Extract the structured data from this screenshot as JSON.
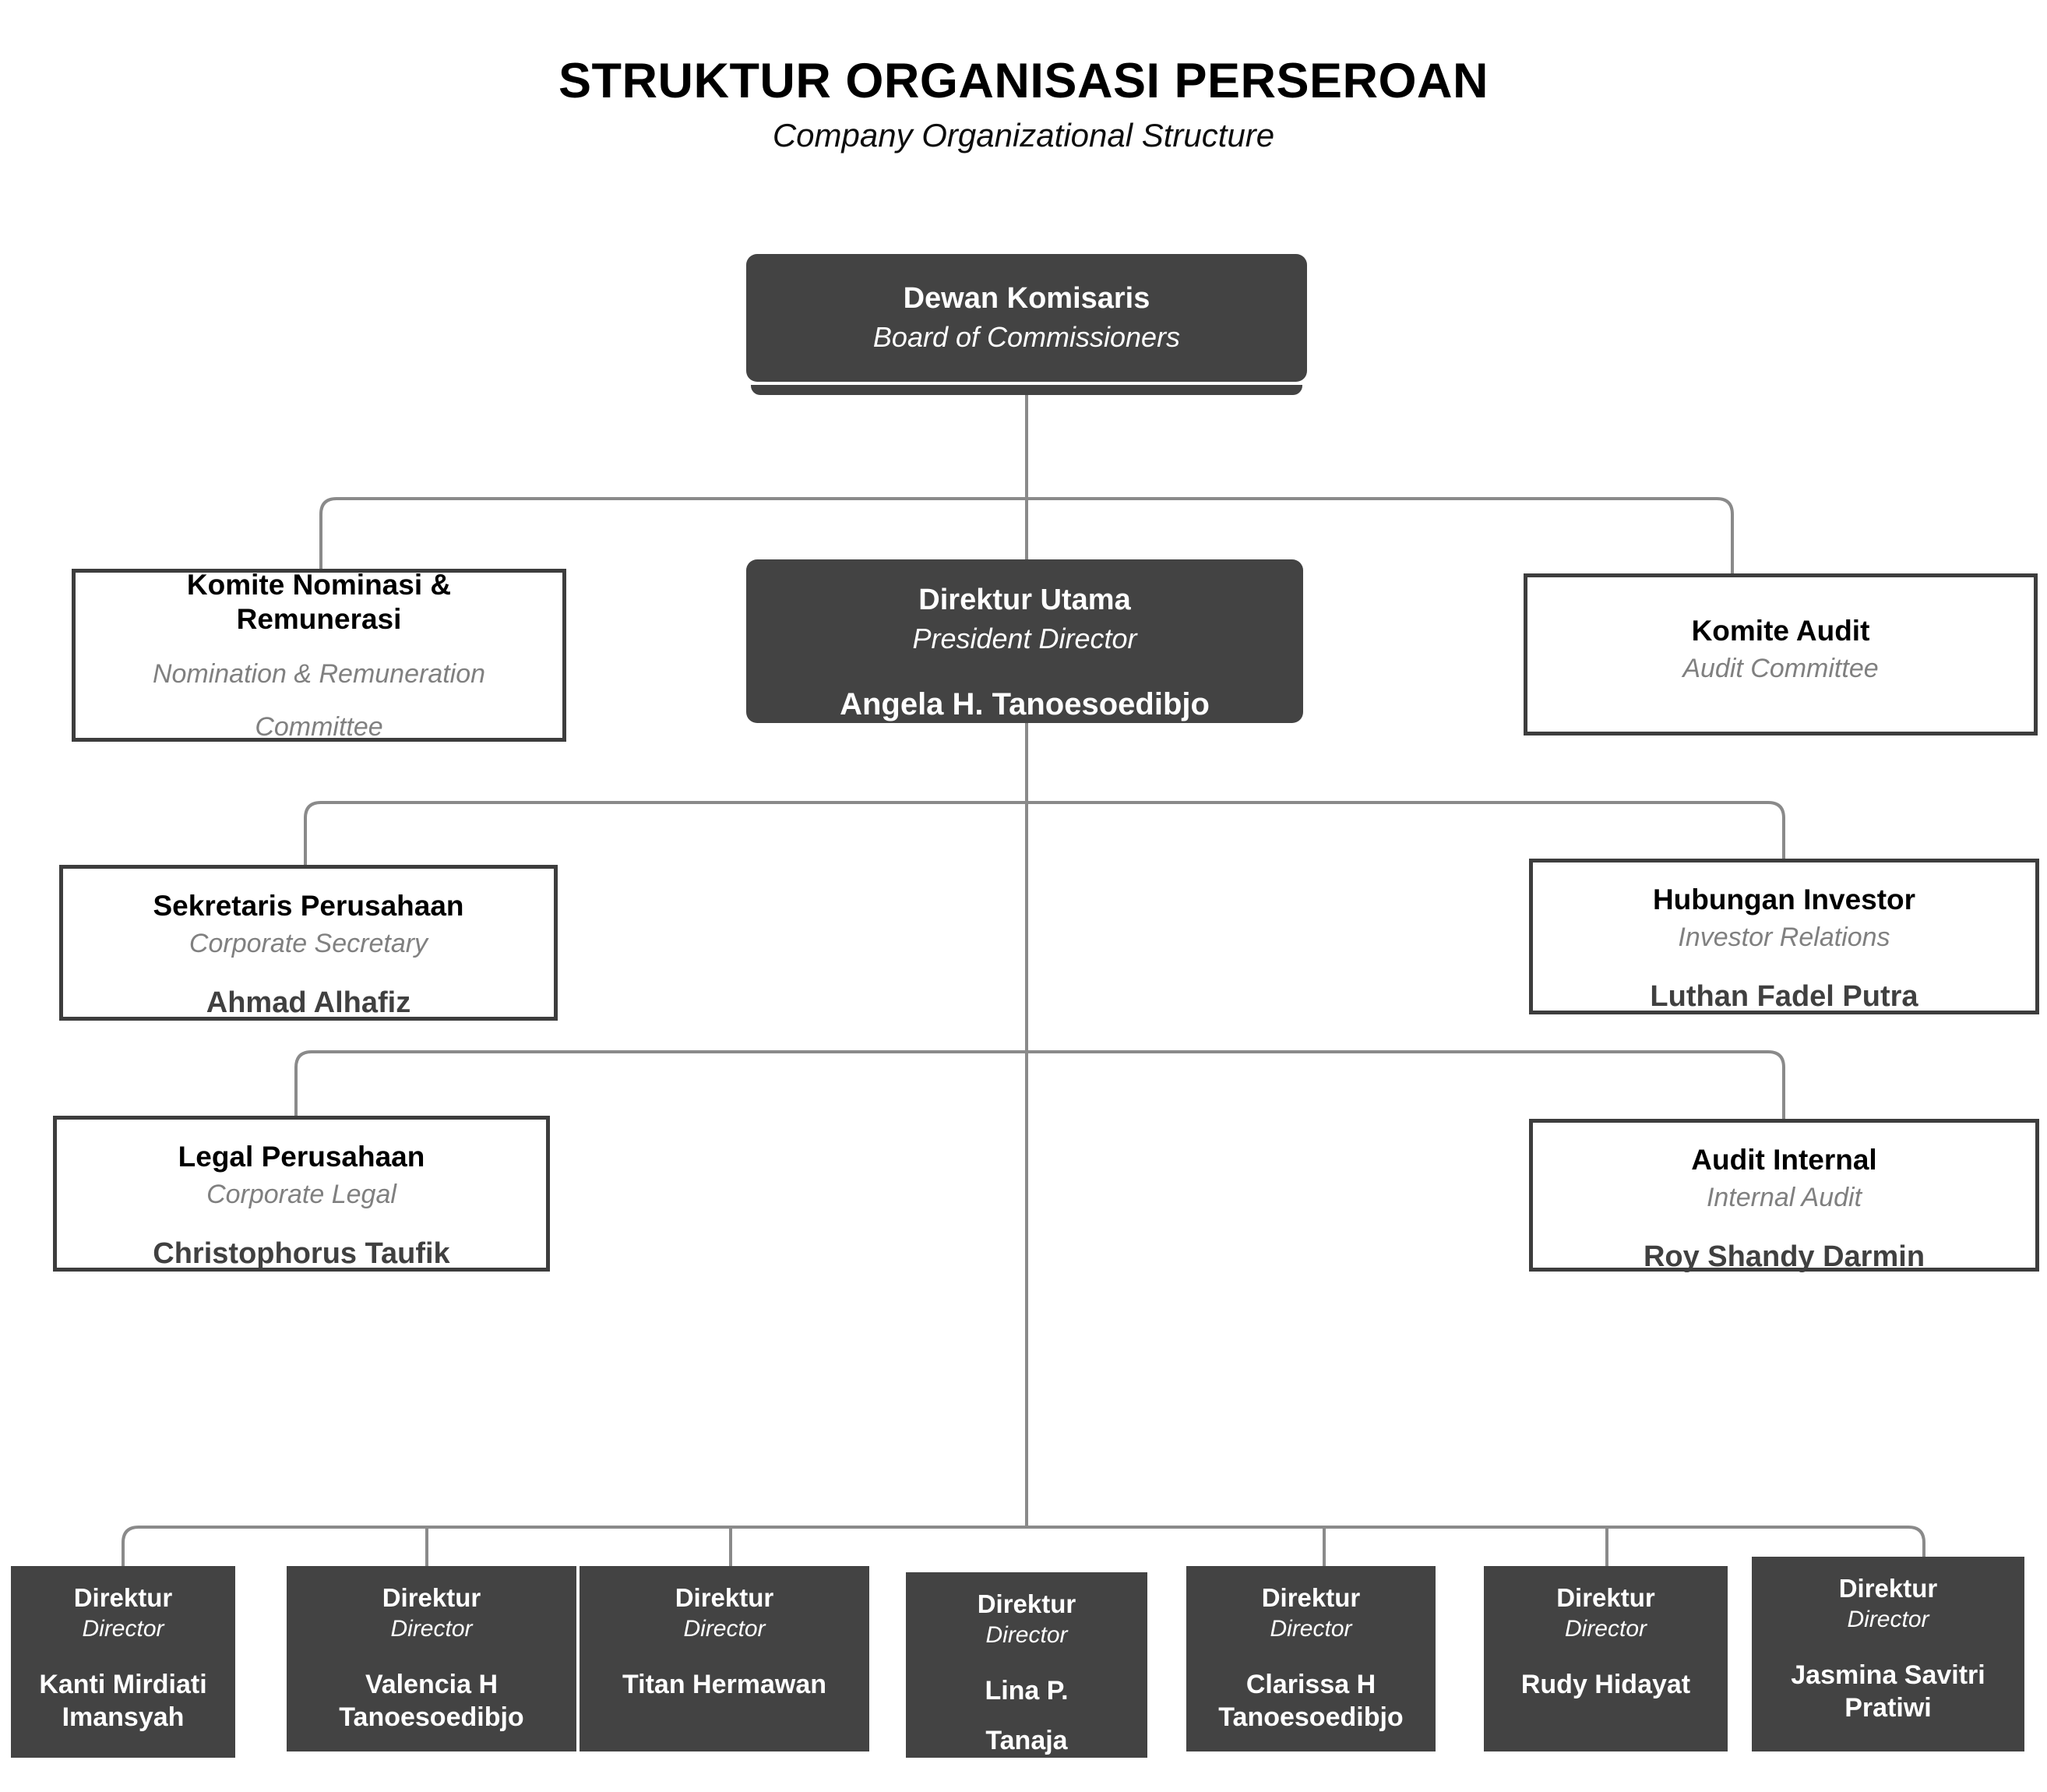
{
  "header": {
    "title": "STRUKTUR ORGANISASI PERSEROAN",
    "subtitle": "Company Organizational Structure"
  },
  "colors": {
    "dark_fill": "#434343",
    "box_border": "#3d3d3d",
    "connector": "#808080",
    "title_text": "#000000",
    "subtitle_gray": "#808080",
    "person_gray": "#404040",
    "background": "#ffffff"
  },
  "nodes": {
    "dewan_komisaris": {
      "title": "Dewan Komisaris",
      "subtitle": "Board of Commissioners"
    },
    "komite_nominasi": {
      "title_line1": "Komite Nominasi &",
      "title_line2": "Remunerasi",
      "subtitle_line1": "Nomination  & Remuneration",
      "subtitle_line2": "Committee"
    },
    "direktur_utama": {
      "title": "Direktur Utama",
      "subtitle": "President Director",
      "person": "Angela H. Tanoesoedibjo"
    },
    "komite_audit": {
      "title": "Komite Audit",
      "subtitle": "Audit Committee"
    },
    "sekretaris_perusahaan": {
      "title": "Sekretaris  Perusahaan",
      "subtitle": "Corporate Secretary",
      "person": "Ahmad Alhafiz"
    },
    "hubungan_investor": {
      "title": "Hubungan Investor",
      "subtitle": "Investor Relations",
      "person": "Luthan Fadel Putra"
    },
    "legal_perusahaan": {
      "title": "Legal Perusahaan",
      "subtitle": "Corporate Legal",
      "person": "Christophorus Taufik"
    },
    "audit_internal": {
      "title": "Audit Internal",
      "subtitle": "Internal Audit",
      "person": "Roy Shandy Darmin"
    }
  },
  "directors": [
    {
      "title": "Direktur",
      "subtitle": "Director",
      "person": "Kanti Mirdiati Imansyah"
    },
    {
      "title": "Direktur",
      "subtitle": "Director",
      "person": "Valencia H Tanoesoedibjo"
    },
    {
      "title": "Direktur",
      "subtitle": "Director",
      "person": "Titan Hermawan"
    },
    {
      "title": "Direktur",
      "subtitle": "Director",
      "person": "Lina P."
    },
    {
      "title": "Direktur",
      "subtitle": "Director",
      "person": "Clarissa H Tanoesoedibjo"
    },
    {
      "title": "Direktur",
      "subtitle": "Director",
      "person": "Rudy Hidayat"
    },
    {
      "title": "Direktur",
      "subtitle": "Director",
      "person": "Jasmina Savitri Pratiwi"
    }
  ],
  "director_extra": {
    "index_3_second_line": "Tanaja"
  }
}
